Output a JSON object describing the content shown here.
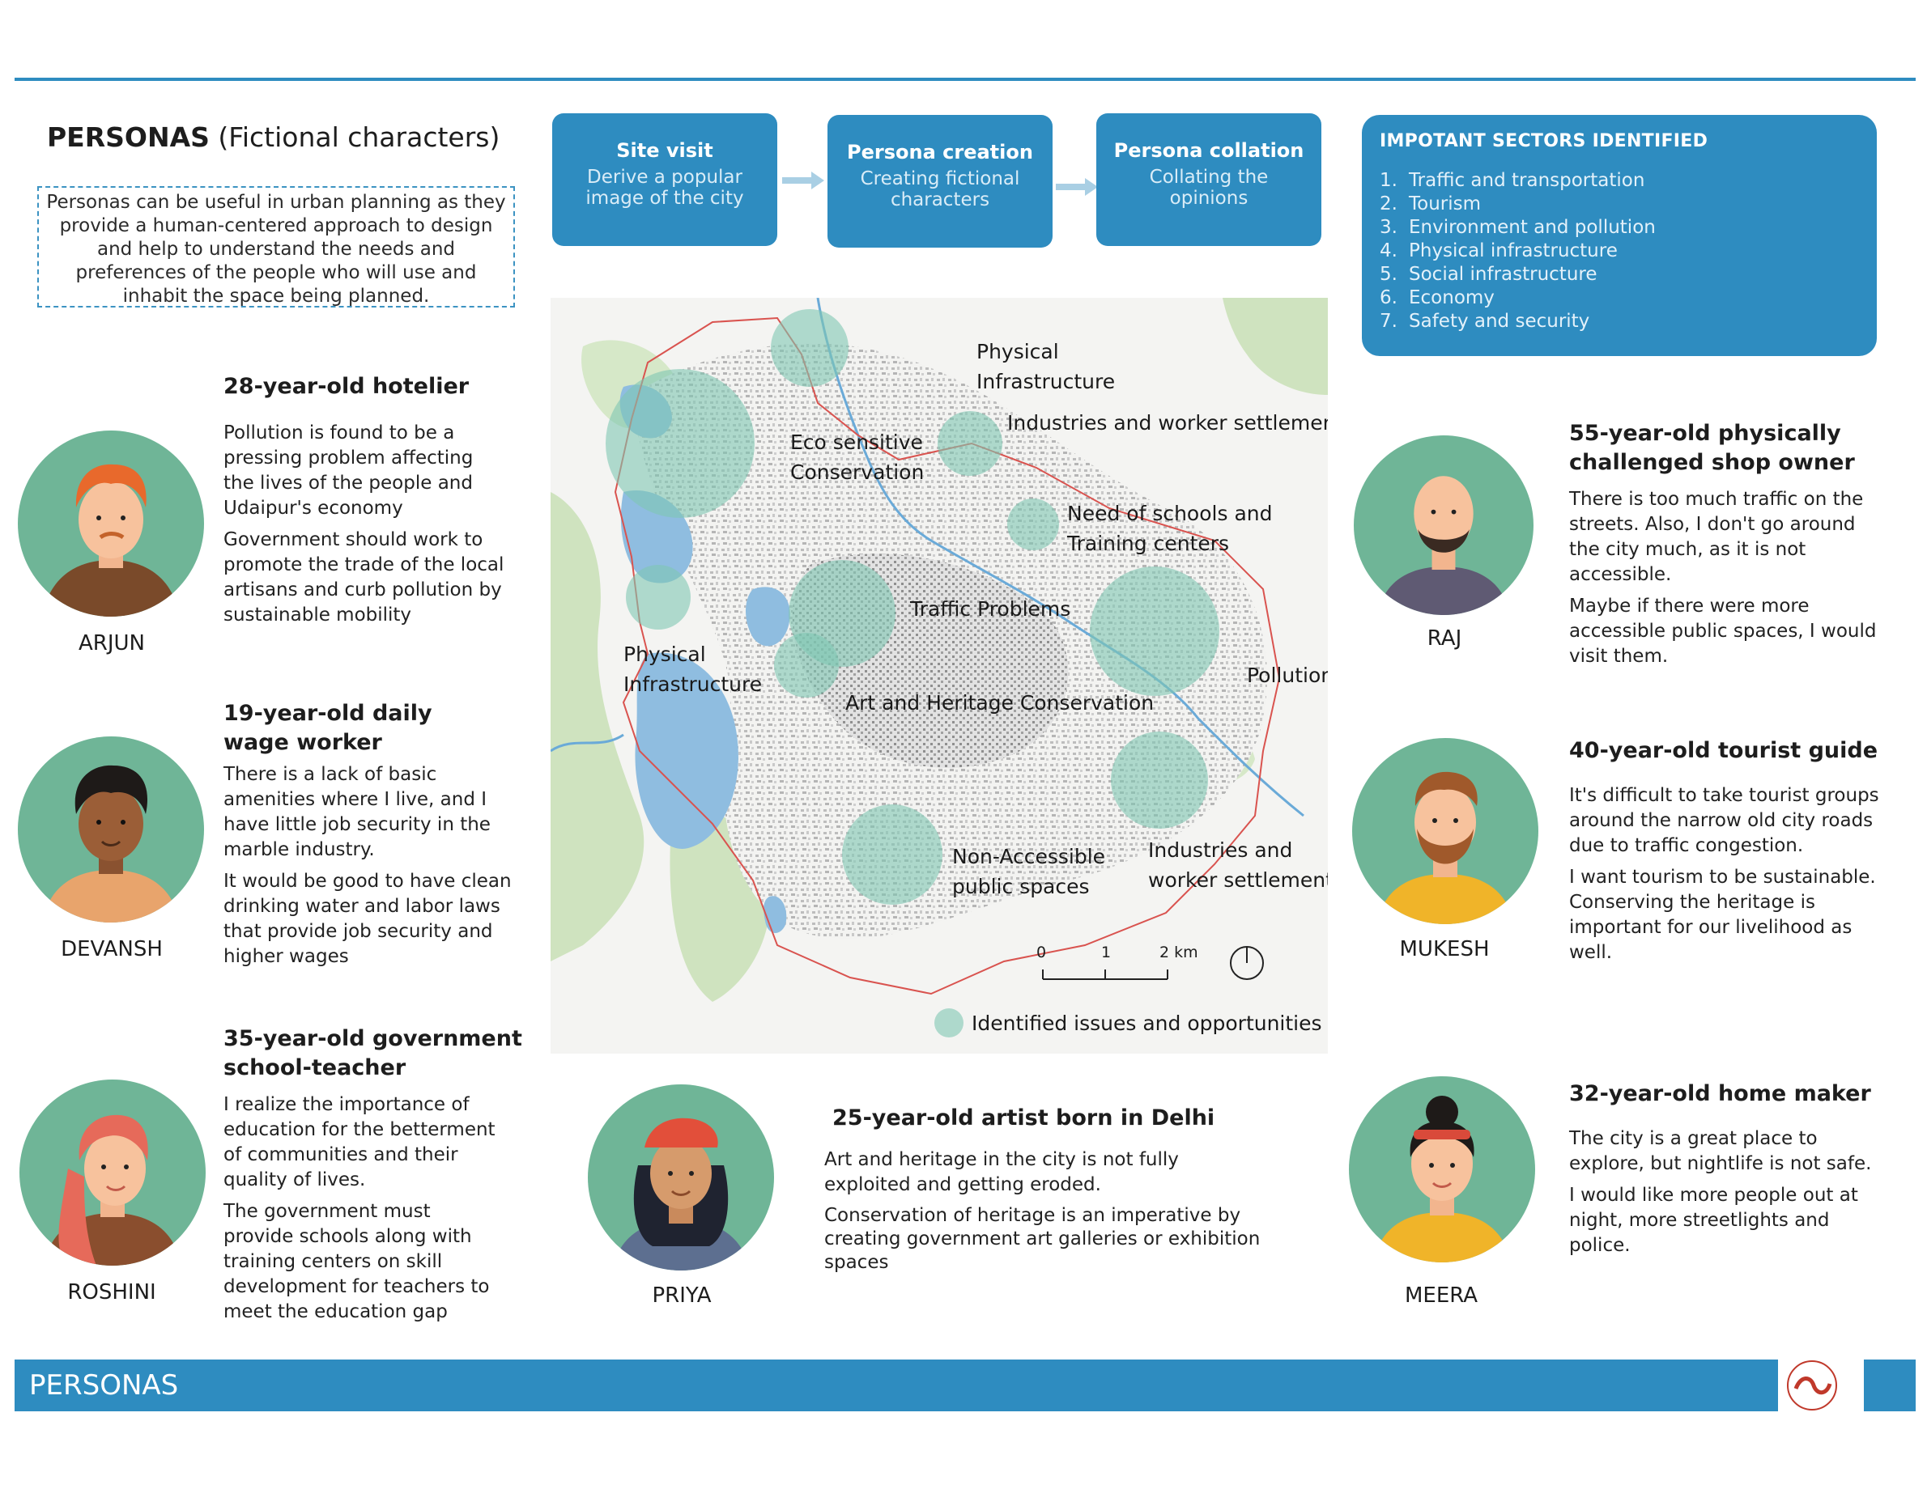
{
  "header": {
    "title_bold": "PERSONAS",
    "title_rest": "(Fictional characters)",
    "intro": "Personas can be useful in urban planning as they provide a human-centered approach to design and help to understand the needs and preferences of the people who will use and inhabit the space being planned."
  },
  "process": [
    {
      "title": "Site visit",
      "desc": "Derive a popular image of the city"
    },
    {
      "title": "Persona creation",
      "desc": "Creating fictional characters"
    },
    {
      "title": "Persona collation",
      "desc": "Collating the opinions"
    }
  ],
  "sectors": {
    "heading": "IMPOTANT SECTORS IDENTIFIED",
    "items": [
      {
        "num": "1.",
        "label": "Traffic and transportation"
      },
      {
        "num": "2.",
        "label": "Tourism"
      },
      {
        "num": "3.",
        "label": "Environment and pollution"
      },
      {
        "num": "4.",
        "label": "Physical infrastructure"
      },
      {
        "num": "5.",
        "label": "Social infrastructure"
      },
      {
        "num": "6.",
        "label": "Economy"
      },
      {
        "num": "7.",
        "label": "Safety and security"
      }
    ]
  },
  "map": {
    "labels": {
      "physical_infra_top": "Physical\nInfrastructure",
      "industries_top": "Industries and worker settlements",
      "eco": "Eco sensitive\nConservation",
      "schools": "Need of schools and\nTraining centers",
      "traffic": "Traffic Problems",
      "physical_infra_left": "Physical\nInfrastructure",
      "pollution": "Pollution",
      "heritage": "Art and Heritage Conservation",
      "non_accessible": "Non-Accessible\npublic spaces",
      "industries_bottom": "Industries and\nworker settlements"
    },
    "scale": {
      "t0": "0",
      "t1": "1",
      "t2": "2 km"
    },
    "legend": "Identified issues and opportunities",
    "colors": {
      "water": "#8fbde0",
      "green": "#cfe3bf",
      "bubble": "#7fc7b2",
      "boundary": "#d9534f",
      "river": "#6aaad8"
    }
  },
  "personas": {
    "arjun": {
      "name": "ARJUN",
      "heading": "28-year-old hotelier",
      "p1": "Pollution is found to be a pressing problem affecting the lives of the people and Udaipur's economy",
      "p2": "Government should work to promote the trade of the local artisans and curb pollution by sustainable mobility"
    },
    "devansh": {
      "name": "DEVANSH",
      "heading": "19-year-old daily wage worker",
      "p1": "There is a lack of basic amenities where I live, and I have little job security in the marble industry.",
      "p2": "It would be good to have clean drinking water and labor laws that provide job security and higher wages"
    },
    "roshini": {
      "name": "ROSHINI",
      "heading": "35-year-old government school-teacher",
      "p1": "I realize the importance of education for the betterment of communities and their quality of lives.",
      "p2": "The government must provide schools along with training centers on skill development for teachers to meet the education gap"
    },
    "priya": {
      "name": "PRIYA",
      "heading": "25-year-old artist born in Delhi",
      "p1": "Art and heritage in the city is not fully exploited and getting eroded.",
      "p2": "Conservation of heritage is an imperative by creating government art galleries or exhibition spaces"
    },
    "raj": {
      "name": "RAJ",
      "heading": "55-year-old physically challenged shop owner",
      "p1": "There is too much traffic on the streets. Also, I don't go around the city much, as it is not accessible.",
      "p2": "Maybe if there were more accessible public spaces, I would visit them."
    },
    "mukesh": {
      "name": "MUKESH",
      "heading": "40-year-old tourist guide",
      "p1": "It's difficult to take tourist groups around the narrow old city roads due to traffic congestion.",
      "p2": "I want tourism to be sustainable. Conserving the heritage is important for our livelihood as well."
    },
    "meera": {
      "name": "MEERA",
      "heading": "32-year-old home maker",
      "p1": "The city is a great place to explore, but nightlife is not safe.",
      "p2": "I would like more people out at night, more streetlights and police."
    }
  },
  "footer": {
    "label": "PERSONAS"
  },
  "colors": {
    "accent": "#2e8cc0",
    "avatar_bg": "#6fb597"
  }
}
